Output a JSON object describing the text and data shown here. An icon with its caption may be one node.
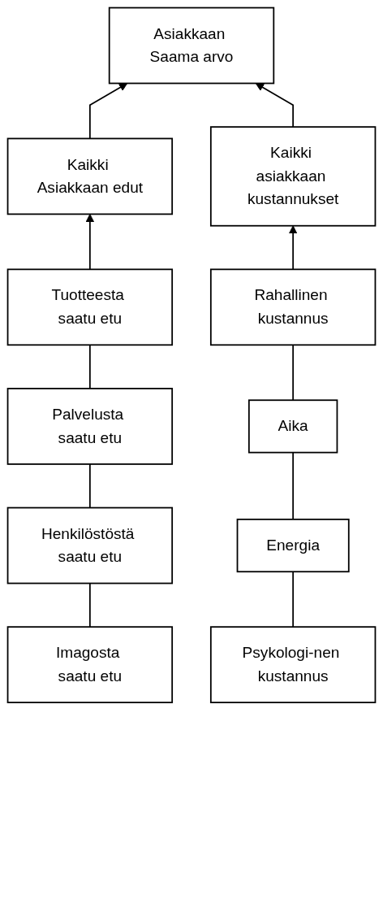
{
  "diagram": {
    "nodes": [
      {
        "text": [
          "Asiakkaan Saama arvo"
        ]
      },
      {
        "text": [
          "Kaikki Asiakkaan edut"
        ]
      },
      {
        "text": [
          "Kaikki asiakkaan kustannukset"
        ]
      },
      {
        "text": [
          "Tuotteesta saatu etu"
        ]
      },
      {
        "text": [
          "Rahallinen kustannus"
        ]
      },
      {
        "text": [
          "Palvelusta saatu etu"
        ]
      },
      {
        "text": [
          "Aika"
        ]
      },
      {
        "text": [
          "Henkilöstöstä saatu etu"
        ]
      },
      {
        "text": [
          "Energia"
        ]
      },
      {
        "text": [
          "Imagosta saatu etu"
        ]
      },
      {
        "text": [
          "Psykologi-nen kustannus"
        ]
      }
    ],
    "edges": [
      {
        "from": 1,
        "to": 0,
        "arrow": "to"
      },
      {
        "from": 2,
        "to": 0,
        "arrow": "to"
      },
      {
        "from": 3,
        "to": 1,
        "arrow": "to"
      },
      {
        "from": 4,
        "to": 2,
        "arrow": "to"
      },
      {
        "from": 5,
        "to": 3,
        "arrow": "none"
      },
      {
        "from": 7,
        "to": 5,
        "arrow": "none"
      },
      {
        "from": 9,
        "to": 7,
        "arrow": "none"
      },
      {
        "from": 6,
        "to": 4,
        "arrow": "none"
      },
      {
        "from": 8,
        "to": 6,
        "arrow": "none"
      },
      {
        "from": 10,
        "to": 8,
        "arrow": "none"
      }
    ]
  }
}
